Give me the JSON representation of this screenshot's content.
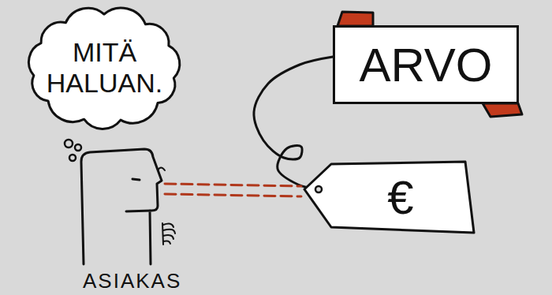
{
  "diagram": {
    "nodes": [
      {
        "text": [
          "MITÄ HALUAN."
        ]
      },
      {
        "text": [
          "ARVO"
        ]
      },
      {
        "text": [
          "ASIAKAS"
        ]
      },
      {
        "text": [
          "€"
        ]
      }
    ],
    "edges": [
      {
        "from": 3,
        "to": 1,
        "arrow": "none"
      },
      {
        "from": 2,
        "to": 3,
        "arrow": "none"
      }
    ]
  }
}
